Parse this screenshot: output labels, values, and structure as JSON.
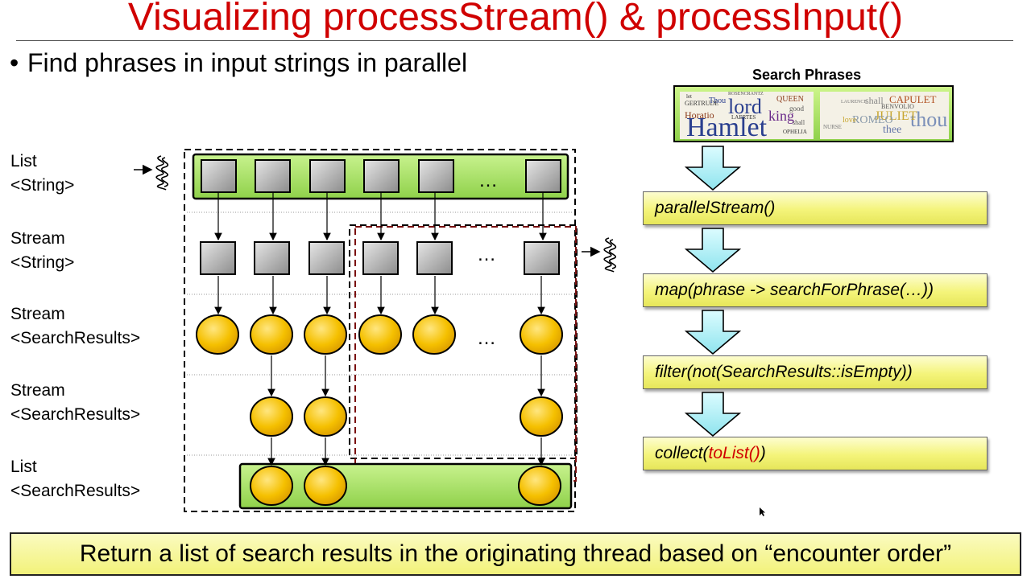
{
  "title": "Visualizing processStream() & processInput()",
  "bullet": "Find phrases in input strings in parallel",
  "row_labels": [
    {
      "line1": "List",
      "line2": "<String>"
    },
    {
      "line1": "Stream",
      "line2": "<String>"
    },
    {
      "line1": "Stream",
      "line2": "<SearchResults>"
    },
    {
      "line1": "Stream",
      "line2": "<SearchResults>"
    },
    {
      "line1": "List",
      "line2": "<SearchResults>"
    }
  ],
  "ellipsis": "…",
  "search_phrases_title": "Search Phrases",
  "word_cloud_hamlet": [
    "Hamlet",
    "lord",
    "king",
    "Horatio",
    "GERTRUDE",
    "QUEEN",
    "LAERTES",
    "OPHELIA",
    "ROSENCRANTZ",
    "Thou",
    "good",
    "let",
    "shall"
  ],
  "word_cloud_romeo": [
    "thou",
    "JULIET",
    "ROMEO",
    "CAPULET",
    "BENVOLIO",
    "thee",
    "love",
    "shall",
    "LAURENCE",
    "NURSE"
  ],
  "pipeline": [
    {
      "text": "parallelStream()"
    },
    {
      "text": "map(phrase -> searchForPhrase(…))"
    },
    {
      "text": "filter(not(SearchResults::isEmpty))"
    },
    {
      "pre": "collect(",
      "red": "toList()",
      "post": ")"
    }
  ],
  "bottom_banner": "Return a list of search results in the originating thread based on “encounter order”",
  "colors": {
    "title": "#d00000",
    "green_fill": "#a6e06a",
    "square_gray": "#a9a9a9",
    "circle_yellow": "#f5c000",
    "arrow_cyan": "#aef0f6",
    "op_yellow": "#f4f47a",
    "dash_black": "#000000",
    "dash_maroon": "#7a1010"
  },
  "icons": [
    "thread-squiggle-icon",
    "down-arrow-icon"
  ]
}
